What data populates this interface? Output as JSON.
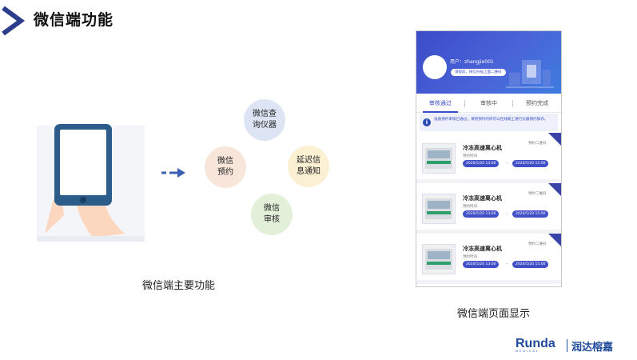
{
  "slide": {
    "title": "微信端功能",
    "caption_left": "微信端主要功能",
    "caption_right": "微信端页面显示"
  },
  "bubbles": {
    "top": "微信查\n询仪器",
    "left": "微信\n预约",
    "right": "延迟信\n息通知",
    "bottom": "微信\n审核"
  },
  "phone_screen": {
    "user_label": "用户：zhangjie001",
    "switch_pill": "请提前，微信扫描上面二维码",
    "tabs": [
      "审核通过",
      "审核中",
      "预约完成"
    ],
    "notice": "设备预约审核已通过，请到预约时间可以在线端上进行仪器预约操作。",
    "cards": [
      {
        "name": "冷冻高速离心机",
        "sub": "预约时间",
        "qr": "预约二维码",
        "start": "2020/5/20 13:00",
        "end": "2020/5/20 15:00"
      },
      {
        "name": "冷冻高速离心机",
        "sub": "预约时间",
        "qr": "预约二维码",
        "start": "2020/5/20 13:00",
        "end": "2020/5/20 15:00"
      },
      {
        "name": "冷冻高速离心机",
        "sub": "预约时间",
        "qr": "预约二维码",
        "start": "2020/5/20 13:00",
        "end": "2020/5/20 15:00"
      }
    ],
    "dash": "-"
  },
  "brand": {
    "logo": "Runda",
    "logo_sub": "MEDICAL",
    "name_cn": "润达榕嘉"
  },
  "colors": {
    "accent": "#3a4cc8",
    "brand": "#1f4a9a",
    "arrow": "#3a5fb5"
  }
}
